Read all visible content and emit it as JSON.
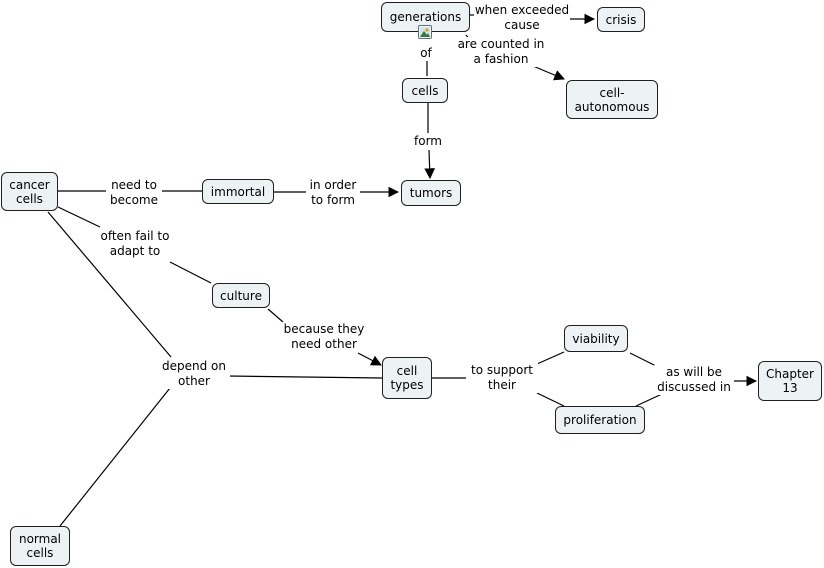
{
  "nodes": {
    "generations": "generations",
    "crisis": "crisis",
    "cells": "cells",
    "cell_autonomous": "cell-\nautonomous",
    "cancer_cells": "cancer\ncells",
    "immortal": "immortal",
    "tumors": "tumors",
    "culture": "culture",
    "cell_types": "cell\ntypes",
    "viability": "viability",
    "proliferation": "proliferation",
    "chapter13": "Chapter\n13",
    "normal_cells": "normal\ncells"
  },
  "links": {
    "when_exceeded_cause": "when exceeded\ncause",
    "are_counted_in": "are counted in\na fashion",
    "of": "of",
    "form": "form",
    "need_to_become": "need to\nbecome",
    "in_order_to_form": "in order\nto form",
    "often_fail": "often fail to\nadapt to",
    "because_they": "because they\nneed other",
    "depend_on_other": "depend on\nother",
    "to_support_their": "to support\ntheir",
    "as_will_be": "as will be\ndiscussed in"
  },
  "icons": {
    "resource": "image-resource-icon"
  },
  "colors": {
    "node_fill": "#edf2f5",
    "node_border": "#1f1f1f",
    "line": "#000000"
  }
}
